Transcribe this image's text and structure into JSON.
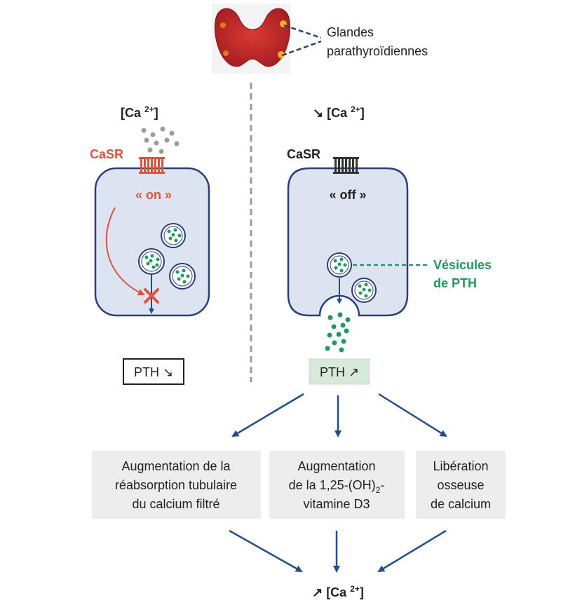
{
  "top_label": {
    "line1": "Glandes",
    "line2": "parathyroïdiennes"
  },
  "left": {
    "ca_label": "[Ca ",
    "ca_sup": "2+",
    "ca_close": "]",
    "casr": "CaSR",
    "state": "« on »",
    "pth_box": "PTH ↘"
  },
  "right": {
    "ca_prefix": "↘ ",
    "ca_label": "[Ca ",
    "ca_sup": "2+",
    "ca_close": "]",
    "casr": "CaSR",
    "state": "« off »",
    "vesicles_line1": "Vésicules",
    "vesicles_line2": "de PTH",
    "pth_box": "PTH ↗"
  },
  "effects": [
    {
      "lines": [
        "Augmentation de la",
        "réabsorption tubulaire",
        "du calcium filtré"
      ]
    },
    {
      "line1": "Augmentation",
      "line2_pre": "de la 1,25-(OH)",
      "line2_sub": "2",
      "line2_post": "-",
      "line3": "vitamine D3"
    },
    {
      "lines": [
        "Libération",
        "osseuse",
        "de calcium"
      ]
    }
  ],
  "bottom": {
    "prefix": "↗ ",
    "ca_label": "[Ca ",
    "ca_sup": "2+",
    "ca_close": "]"
  },
  "colors": {
    "cell_fill": "#dde4f1",
    "cell_stroke": "#2c3e78",
    "on_red": "#e0523a",
    "pth_green": "#1f9a5c",
    "arrow_blue": "#1f4e89",
    "gland_red": "#c8262b",
    "effect_box": "#ededed",
    "pth_up_box": "#d7ead9"
  }
}
